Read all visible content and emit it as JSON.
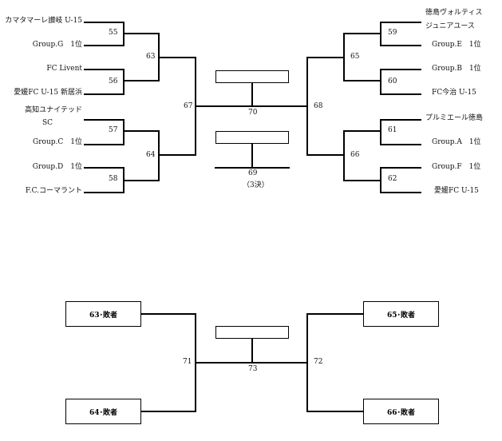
{
  "bracket": {
    "left_teams": [
      "カマタマーレ讃岐 U-15",
      "Group.G　1位",
      "FC Livent",
      "愛媛FC U-15 新居浜",
      "高知ユナイテッド",
      "SC",
      "Group.C　1位",
      "Group.D　1位",
      "F.C.コーマラント"
    ],
    "right_teams": [
      "徳島ヴォルティス",
      "ジュニアユース",
      "Group.E　1位",
      "Group.B　1位",
      "FC今治 U-15",
      "プルミエール徳島",
      "Group.A　1位",
      "Group.F　1位",
      "愛媛FC U-15"
    ],
    "match_numbers": {
      "m55": "55",
      "m56": "56",
      "m57": "57",
      "m58": "58",
      "m59": "59",
      "m60": "60",
      "m61": "61",
      "m62": "62",
      "m63": "63",
      "m64": "64",
      "m65": "65",
      "m66": "66",
      "m67": "67",
      "m68": "68",
      "m69": "69",
      "m70": "70",
      "m71": "71",
      "m72": "72",
      "m73": "73"
    },
    "third_place_label": "（3決）",
    "losers": {
      "l63": "63･敗者",
      "l64": "64･敗者",
      "l65": "65･敗者",
      "l66": "66･敗者"
    }
  }
}
